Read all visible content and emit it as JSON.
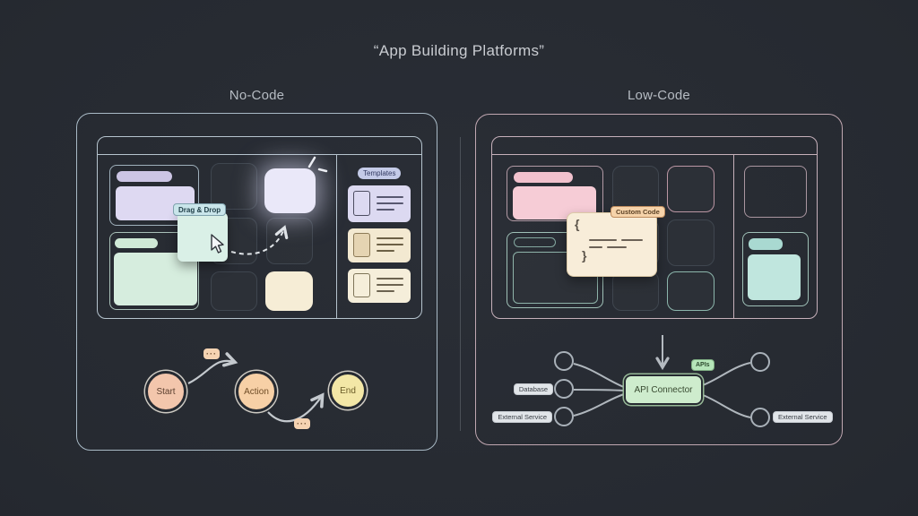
{
  "title": "“App Building Platforms”",
  "left": {
    "heading": "No-Code",
    "editor": {
      "drag_label": "Drag & Drop",
      "templates_label": "Templates"
    },
    "flow": {
      "start": "Start",
      "action": "Action",
      "end": "End",
      "dots": "···"
    }
  },
  "right": {
    "heading": "Low-Code",
    "editor": {
      "code_label": "Custom Code",
      "brace_open": "{",
      "brace_close": "}"
    },
    "flow": {
      "apis": "APIs",
      "connector": "API Connector",
      "input_database": "Database",
      "input_external": "External Service",
      "output_external": "External Service"
    }
  },
  "colors": {
    "background": "#262a31",
    "left_accent": "#a9bac6",
    "right_accent": "#c0a7b1",
    "lavender": "#ded9f2",
    "mint": "#d6edde",
    "pink": "#f6ccd6",
    "teal": "#c0e6de",
    "cream": "#f6edd6",
    "connector_green": "#ceeccd",
    "apis_green": "#b5e5b9",
    "start_salmon": "#f3c6ac",
    "action_peach": "#f7d0a6",
    "end_yellow": "#f3e7a6"
  }
}
